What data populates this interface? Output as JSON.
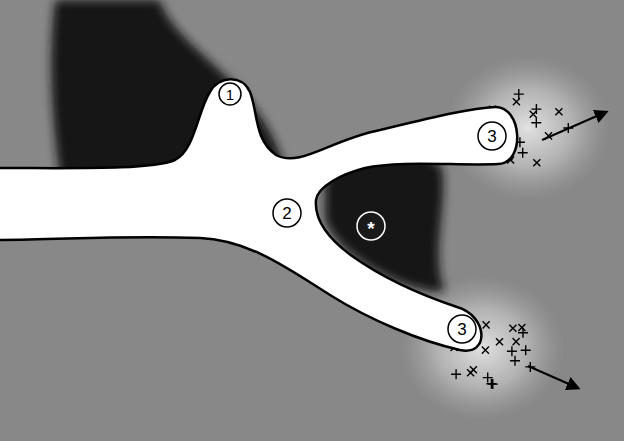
{
  "diagram": {
    "labels": [
      "1",
      "2",
      "3",
      "3",
      "*"
    ]
  }
}
